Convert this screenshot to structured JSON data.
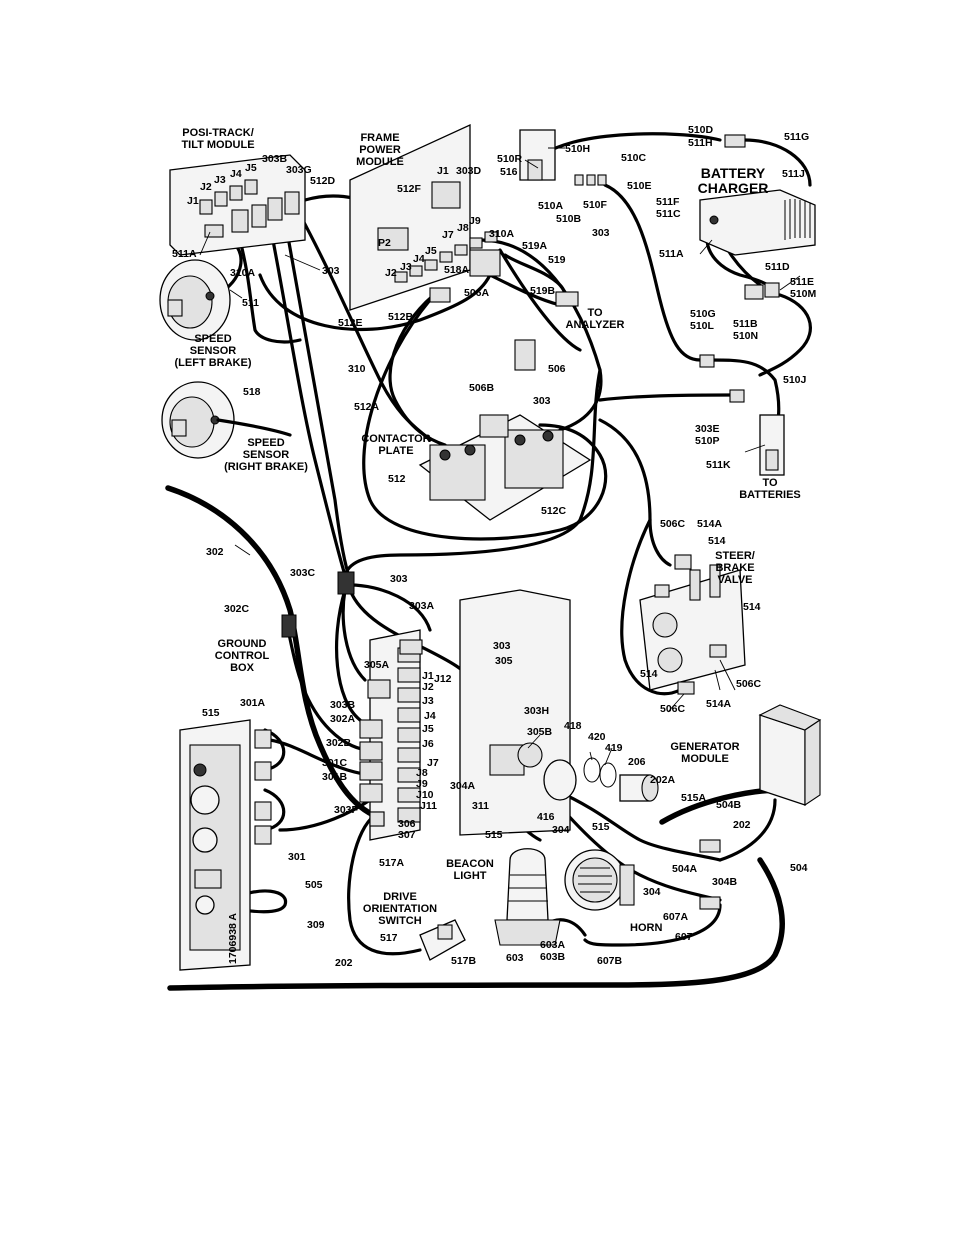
{
  "diagram": {
    "module_titles": {
      "posi_track": [
        "POSI-TRACK/",
        "TILT MODULE"
      ],
      "frame_power": [
        "FRAME",
        "POWER",
        "MODULE"
      ],
      "battery_charger": [
        "BATTERY",
        "CHARGER"
      ],
      "speed_sensor_left": [
        "SPEED",
        "SENSOR",
        "(LEFT BRAKE)"
      ],
      "speed_sensor_right": [
        "SPEED",
        "SENSOR",
        "(RIGHT BRAKE)"
      ],
      "contactor_plate": [
        "CONTACTOR",
        "PLATE"
      ],
      "to_analyzer": [
        "TO",
        "ANALYZER"
      ],
      "to_batteries": [
        "TO",
        "BATTERIES"
      ],
      "steer_brake_valve": [
        "STEER/",
        "BRAKE",
        "VALVE"
      ],
      "ground_control_box": [
        "GROUND",
        "CONTROL",
        "BOX"
      ],
      "generator_module": [
        "GENERATOR",
        "MODULE"
      ],
      "beacon_light": [
        "BEACON",
        "LIGHT"
      ],
      "drive_orientation_switch": [
        "DRIVE",
        "ORIENTATION",
        "SWITCH"
      ],
      "horn": "HORN"
    },
    "part_number": "1706938 A",
    "labels": {
      "l511a": "511A",
      "l511": "511",
      "l310a": "310A",
      "l303_top": "303",
      "l303b_top": "303B",
      "l303g": "303G",
      "l512d": "512D",
      "lj1_pt": "J1",
      "lj2_pt": "J2",
      "lj3_pt": "J3",
      "lj4_pt": "J4",
      "lj5_pt": "J5",
      "lj1_fp": "J1",
      "l303d": "303D",
      "l512f": "512F",
      "lp2": "P2",
      "lj2_fp": "J2",
      "lj3_fp": "J3",
      "lj4_fp": "J4",
      "lj5_fp": "J5",
      "lj7_fp": "J7",
      "lj8_fp": "J8",
      "lj9_fp": "J9",
      "l518a": "518A",
      "l506a": "506A",
      "l310a_b": "310A",
      "l519a": "519A",
      "l519": "519",
      "l519b": "519B",
      "l303_mid": "303",
      "l512e": "512E",
      "l512b": "512B",
      "l310": "310",
      "l512a": "512A",
      "l518": "518",
      "l506b": "506B",
      "l506": "506",
      "l303_cp": "303",
      "l512": "512",
      "l512c": "512C",
      "l510r": "510R",
      "l516": "516",
      "l510h": "510H",
      "l510a": "510A",
      "l510b": "510B",
      "l510f": "510F",
      "l510c": "510C",
      "l510e": "510E",
      "l510d": "510D",
      "l511h": "511H",
      "l511g": "511G",
      "l511j": "511J",
      "l511f": "511F",
      "l511c": "511C",
      "l511a_bc": "511A",
      "l511d": "511D",
      "l511e": "511E",
      "l510m": "510M",
      "l510g": "510G",
      "l510l": "510L",
      "l511b": "511B",
      "l510n": "510N",
      "l510j": "510J",
      "l303e": "303E",
      "l510p": "510P",
      "l511k": "511K",
      "l302": "302",
      "l303c": "303C",
      "l303_gc": "303",
      "l302c": "302C",
      "l303a": "303A",
      "l303_j": "303",
      "l305": "305",
      "l305a": "305A",
      "lj1": "J1",
      "lj2": "J2",
      "lj12": "J12",
      "lj3": "J3",
      "lj4": "J4",
      "lj5": "J5",
      "lj6": "J6",
      "lj7": "J7",
      "lj8": "J8",
      "lj9": "J9",
      "lj10": "J10",
      "lj11": "J11",
      "l303b": "303B",
      "l302a": "302A",
      "l302b": "302B",
      "l301c": "301C",
      "l301b": "301B",
      "l303f": "303F",
      "l306": "306",
      "l307": "307",
      "l303h": "303H",
      "l305b": "305B",
      "l418": "418",
      "l420": "420",
      "l419": "419",
      "l206": "206",
      "l304a": "304A",
      "l311": "311",
      "l416": "416",
      "l304": "304",
      "l515": "515",
      "l515_b": "515",
      "l202a": "202A",
      "l515a": "515A",
      "l504b": "504B",
      "l202_r": "202",
      "l504": "504",
      "l504a": "504A",
      "l304_b": "304",
      "l304b": "304B",
      "l607a": "607A",
      "l607": "607",
      "l607b": "607B",
      "l603a": "603A",
      "l603b": "603B",
      "l603": "603",
      "l506c_t": "506C",
      "l514a_t": "514A",
      "l514_t": "514",
      "l514_r": "514",
      "l514_b": "514",
      "l506c_r": "506C",
      "l506c_b": "506C",
      "l514a_b": "514A",
      "l515_gc": "515",
      "l301a": "301A",
      "l301": "301",
      "l505": "505",
      "l309": "309",
      "l517a": "517A",
      "l517": "517",
      "l517b": "517B",
      "l202_b": "202"
    }
  }
}
